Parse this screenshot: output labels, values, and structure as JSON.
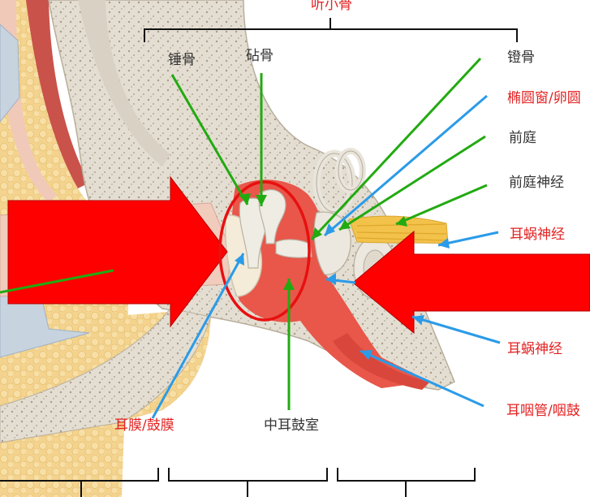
{
  "colors": {
    "label_dark": "#333333",
    "label_red": "#e32222",
    "arrow_red": "#ff0000",
    "pointer_green": "#22aa11",
    "pointer_blue": "#2b9be8",
    "bone": "#e7e2d8",
    "fat": "#f3d38e",
    "cavity": "#e8574a",
    "muscle": "#c9524a",
    "nerve": "#f2c24a"
  },
  "labels": {
    "ossicles": "听小骨",
    "malleus": "锤骨",
    "incus": "砧骨",
    "stapes": "镫骨",
    "oval_window": "椭圆窗/卵圆",
    "vestibule": "前庭",
    "vestibular_nerve": "前庭神经",
    "cochlear_nerve_upper": "耳蜗神经",
    "cochlear_nerve_lower": "耳蜗神经",
    "eardrum": "耳膜/鼓膜",
    "tympanic_cavity": "中耳鼓室",
    "eustachian_tube": "耳咽管/咽鼓"
  }
}
